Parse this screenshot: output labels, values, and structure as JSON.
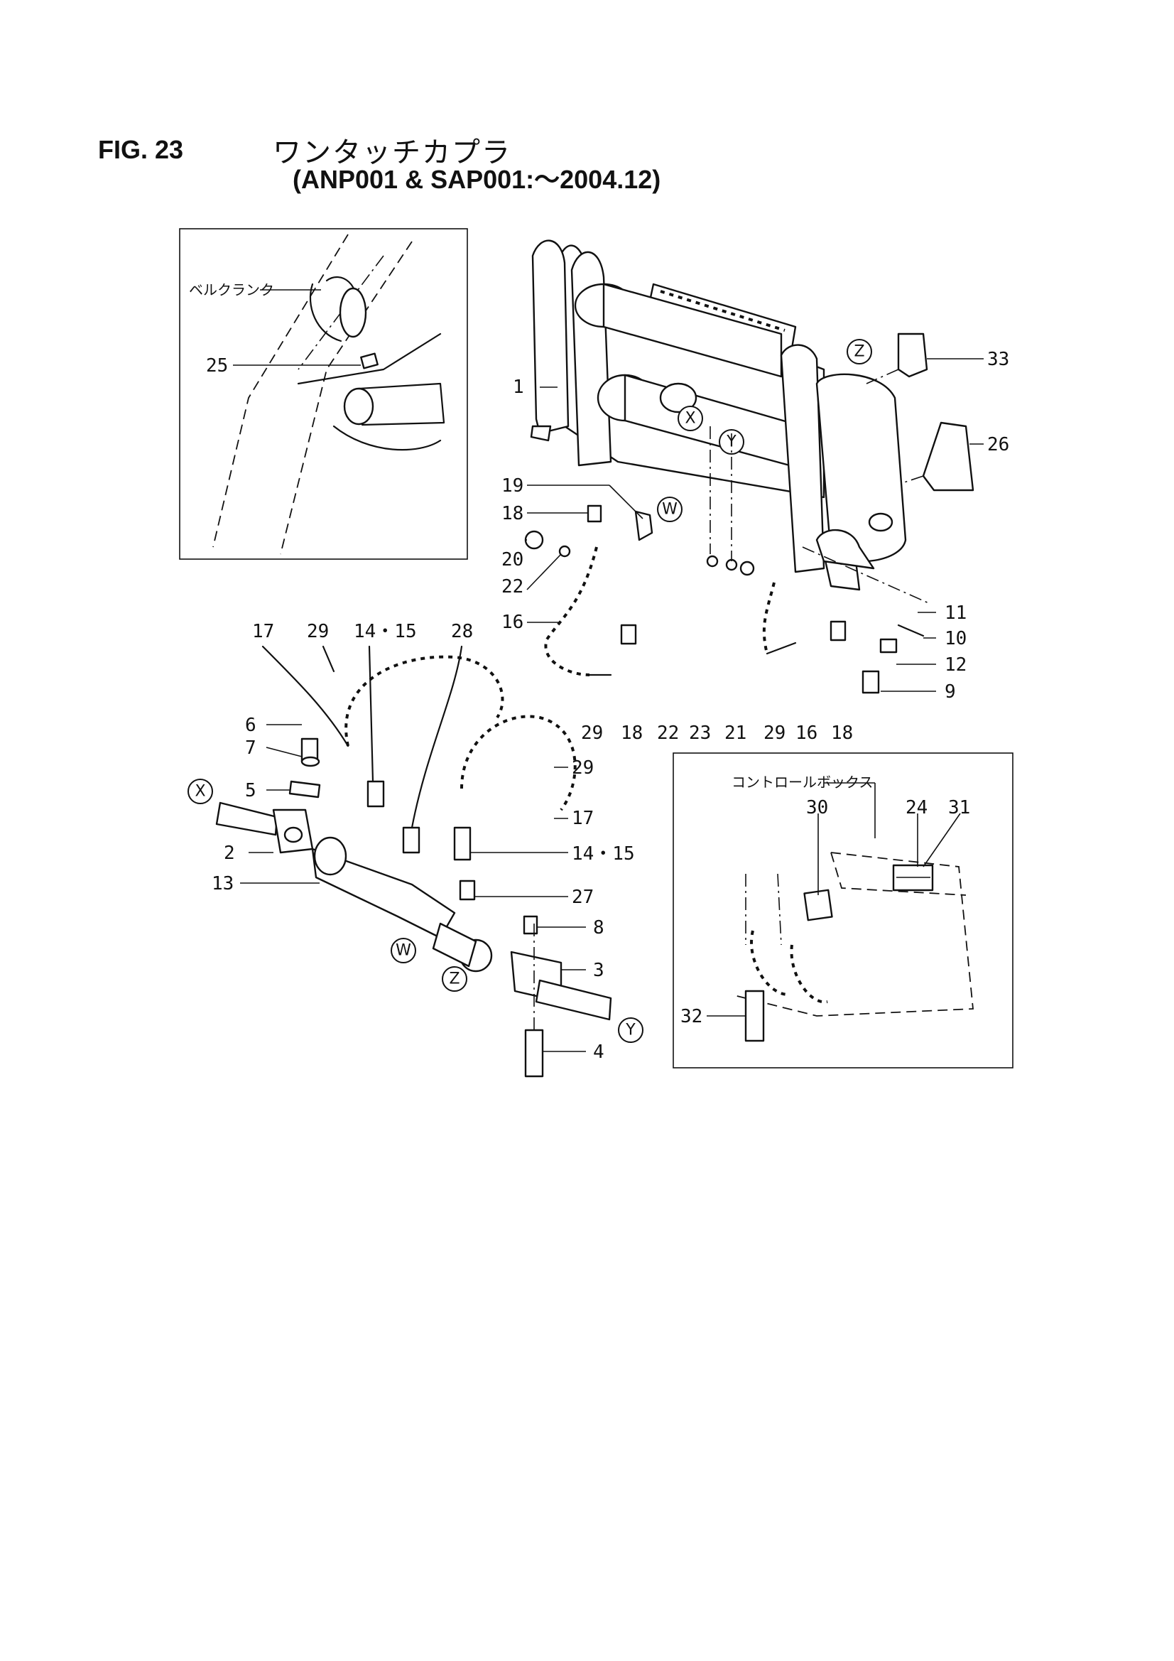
{
  "header": {
    "fig_number": "FIG. 23",
    "title_jp": "ワンタッチカプラ",
    "title_sub": "(ANP001 & SAP001:〜2004.12)"
  },
  "inset_top": {
    "label_bellcrank": "ベルクランク",
    "part_25": "25"
  },
  "inset_bottom": {
    "label_control_box": "コントロールボックス",
    "parts": [
      "30",
      "24",
      "31",
      "32"
    ]
  },
  "parts": {
    "p1": "1",
    "p2": "2",
    "p3": "3",
    "p4": "4",
    "p5": "5",
    "p6": "6",
    "p7": "7",
    "p8": "8",
    "p9": "9",
    "p10": "10",
    "p11": "11",
    "p12": "12",
    "p13": "13",
    "p14_15_a": "14・15",
    "p14_15_b": "14・15",
    "p16_a": "16",
    "p16_b": "16",
    "p17_a": "17",
    "p17_b": "17",
    "p18_a": "18",
    "p18_b": "18",
    "p18_c": "18",
    "p19": "19",
    "p20": "20",
    "p21": "21",
    "p22_a": "22",
    "p22_b": "22",
    "p23": "23",
    "p26": "26",
    "p27": "27",
    "p28": "28",
    "p29_a": "29",
    "p29_b": "29",
    "p29_c": "29",
    "p29_d": "29",
    "p33": "33"
  },
  "ref_markers": {
    "X": "X",
    "Y": "Y",
    "W": "W",
    "Z": "Z"
  }
}
